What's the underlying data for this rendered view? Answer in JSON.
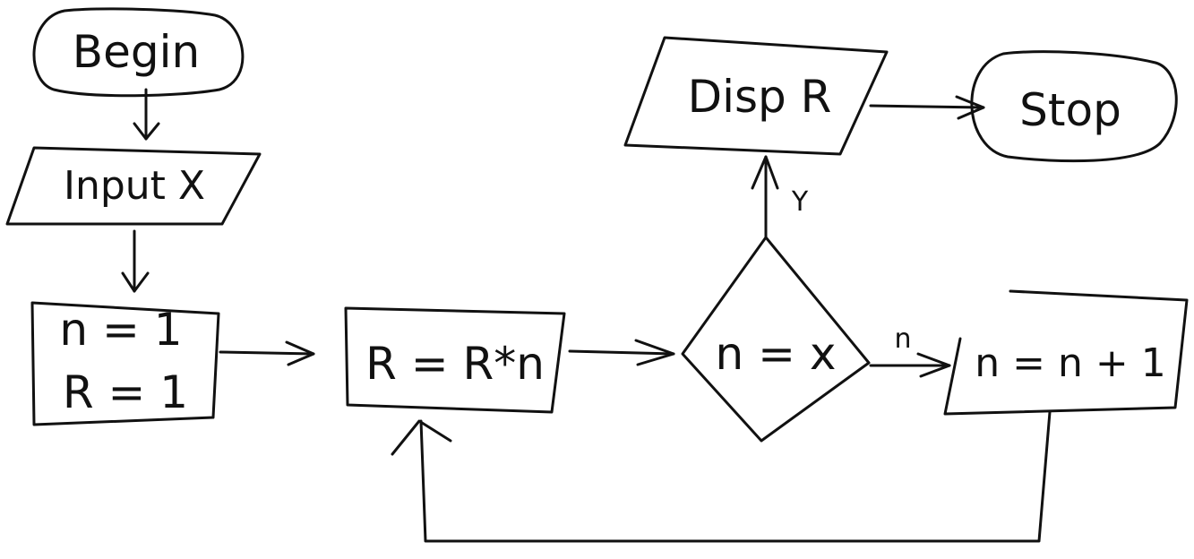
{
  "nodes": {
    "begin": "Begin",
    "input": "Input X",
    "init_line1": "n = 1",
    "init_line2": "R = 1",
    "process": "R = R*n",
    "decision": "n = x",
    "increment": "n = n + 1",
    "display": "Disp R",
    "stop": "Stop"
  },
  "edges": {
    "yes_label": "Y",
    "no_label": "n"
  },
  "colors": {
    "ink": "#111111",
    "background": "#ffffff"
  }
}
